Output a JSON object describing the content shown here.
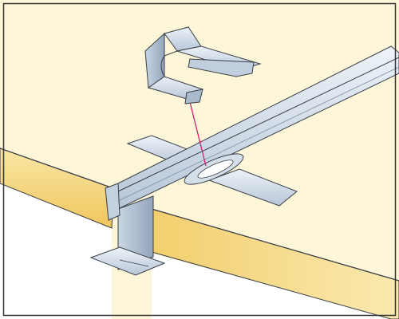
{
  "colors": {
    "background": "#fdf6d8",
    "board_top": "#fdf6d8",
    "board_edge_light": "#f9e7a6",
    "board_edge_dark": "#f0c65c",
    "metal_light": "#e4ecf5",
    "metal_mid": "#b9c8da",
    "metal_dark": "#8e9fb4",
    "outline": "#3a3f47",
    "leader_line": "#d0166c",
    "frame": "#333333"
  },
  "icons": [
    "cross-tee-bracket",
    "main-runner",
    "clip-bracket"
  ]
}
